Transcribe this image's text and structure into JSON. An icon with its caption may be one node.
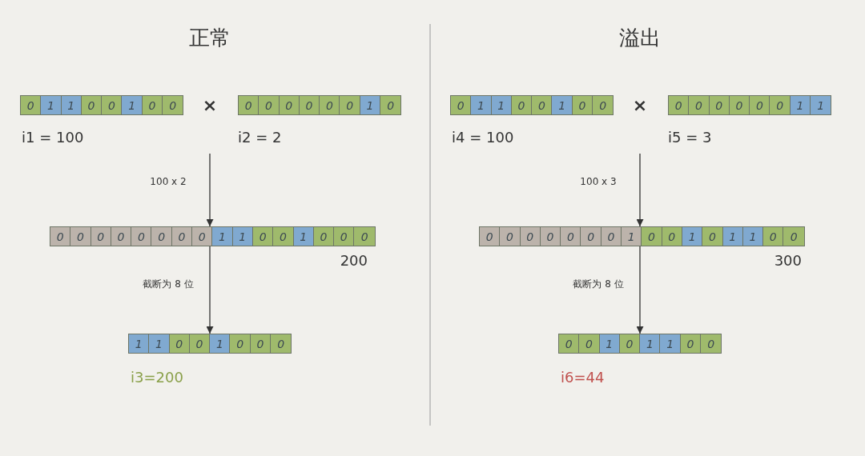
{
  "diagram": {
    "nodes": [
      {
        "text": [
          "0",
          "1",
          "1",
          "0",
          "0",
          "1",
          "0",
          "0"
        ],
        "beside": [
          "i1 = 100"
        ]
      },
      {
        "text": [
          "0",
          "0",
          "0",
          "0",
          "0",
          "0",
          "1",
          "0"
        ],
        "beside": [
          "i2 = 2"
        ]
      },
      {
        "text": [
          "0",
          "0",
          "0",
          "0",
          "0",
          "0",
          "0",
          "0",
          "1",
          "1",
          "0",
          "0",
          "1",
          "0",
          "0",
          "0"
        ],
        "beside": [
          "200"
        ]
      },
      {
        "text": [
          "1",
          "1",
          "0",
          "0",
          "1",
          "0",
          "0",
          "0"
        ],
        "beside": [
          "i3=200"
        ]
      },
      {
        "text": [
          "0",
          "1",
          "1",
          "0",
          "0",
          "1",
          "0",
          "0"
        ],
        "beside": [
          "i4 = 100"
        ]
      },
      {
        "text": [
          "0",
          "0",
          "0",
          "0",
          "0",
          "0",
          "1",
          "1"
        ],
        "beside": [
          "i5 = 3"
        ]
      },
      {
        "text": [
          "0",
          "0",
          "0",
          "0",
          "0",
          "0",
          "0",
          "1",
          "0",
          "0",
          "1",
          "0",
          "1",
          "1",
          "0",
          "0"
        ],
        "beside": [
          "300"
        ]
      },
      {
        "text": [
          "0",
          "0",
          "1",
          "0",
          "1",
          "1",
          "0",
          "0"
        ],
        "beside": [
          "i6=44"
        ]
      }
    ],
    "edges": [
      {
        "from": null,
        "to": 2,
        "arrow": "to",
        "label": "100 x 2"
      },
      {
        "from": 2,
        "to": 3,
        "arrow": "to",
        "label": "截断为 8 位"
      },
      {
        "from": null,
        "to": 6,
        "arrow": "to",
        "label": "100 x 3"
      },
      {
        "from": 6,
        "to": 7,
        "arrow": "to",
        "label": "截断为 8 位"
      }
    ],
    "labels": [
      "正常",
      "溢出",
      "×",
      "×"
    ]
  }
}
